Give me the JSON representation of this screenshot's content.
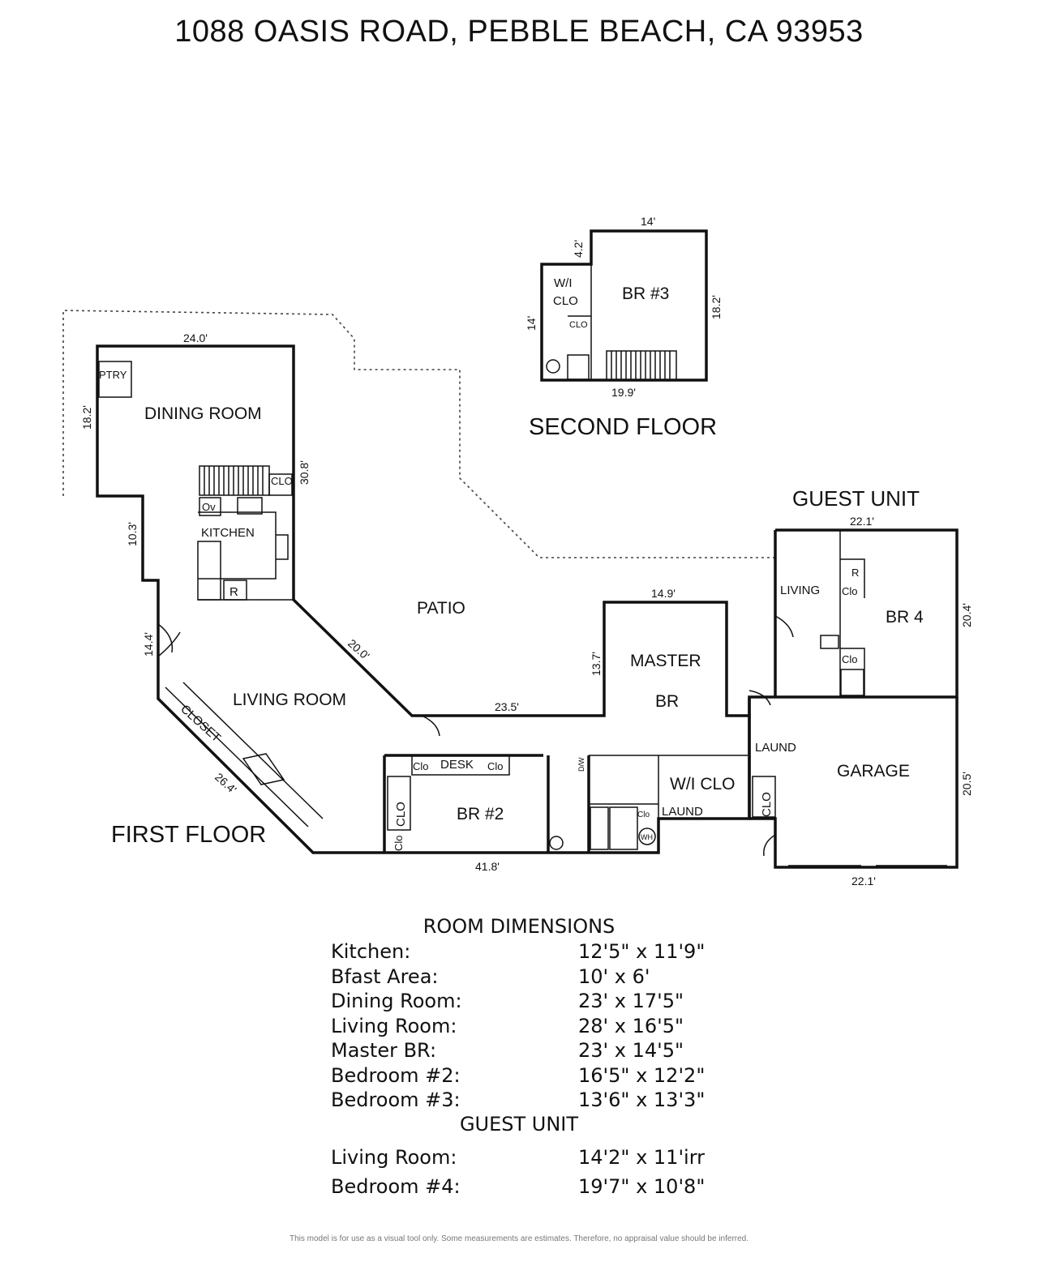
{
  "title": "1088 OASIS ROAD, PEBBLE BEACH, CA 93953",
  "floors": {
    "first": "FIRST FLOOR",
    "second": "SECOND FLOOR",
    "guest": "GUEST UNIT"
  },
  "rooms": {
    "dining": "DINING ROOM",
    "kitchen": "KITCHEN",
    "living": "LIVING ROOM",
    "patio": "PATIO",
    "master_1": "MASTER",
    "master_2": "BR",
    "br2": "BR #2",
    "br3": "BR #3",
    "br4": "BR 4",
    "garage": "GARAGE",
    "wi_clo": "W/I CLO",
    "wi_1": "W/I",
    "wi_2": "CLO",
    "laund_1": "LAUND",
    "laund_2": "LAUND",
    "guest_living": "LIVING",
    "closet": "CLOSET",
    "desk": "DESK",
    "ptry": "PTRY",
    "ov": "Ov",
    "r1": "R",
    "r2": "R",
    "clo_big1": "CLO",
    "clo_big2": "CLO",
    "clo_kitchen": "CLO",
    "clo_small": [
      "Clo",
      "Clo",
      "Clo",
      "Clo",
      "Clo",
      "CLO",
      "Clo"
    ],
    "dw": "D/W",
    "wh": "WH"
  },
  "dimensions": {
    "d240": "24.0'",
    "d182a": "18.2'",
    "d308": "30.8'",
    "d103": "10.3'",
    "d144": "14.4'",
    "d200": "20.0'",
    "d264": "26.4'",
    "d235": "23.5'",
    "d418": "41.8'",
    "d149": "14.9'",
    "d137": "13.7'",
    "d221a": "22.1'",
    "d204": "20.4'",
    "d205": "20.5'",
    "d221b": "22.1'",
    "d14a": "14'",
    "d42": "4.2'",
    "d182b": "18.2'",
    "d14b": "14'",
    "d199": "19.9'"
  },
  "room_dimensions": {
    "heading": "ROOM DIMENSIONS",
    "rows": [
      {
        "name": "Kitchen:",
        "size": "12'5\" x 11'9\""
      },
      {
        "name": "Bfast Area:",
        "size": "10' x 6'"
      },
      {
        "name": "Dining Room:",
        "size": "23' x 17'5\""
      },
      {
        "name": "Living Room:",
        "size": "28' x 16'5\""
      },
      {
        "name": "Master BR:",
        "size": "23' x 14'5\""
      },
      {
        "name": "Bedroom #2:",
        "size": "16'5\" x 12'2\""
      },
      {
        "name": "Bedroom #3:",
        "size": "13'6\" x 13'3\""
      }
    ],
    "guest_heading": "GUEST UNIT",
    "guest_rows": [
      {
        "name": "Living Room:",
        "size": "14'2\" x 11'irr"
      },
      {
        "name": "Bedroom #4:",
        "size": "19'7\" x 10'8\""
      }
    ]
  },
  "disclaimer": "This model is for use as a visual tool only.  Some measurements are estimates.  Therefore, no appraisal value should be inferred."
}
